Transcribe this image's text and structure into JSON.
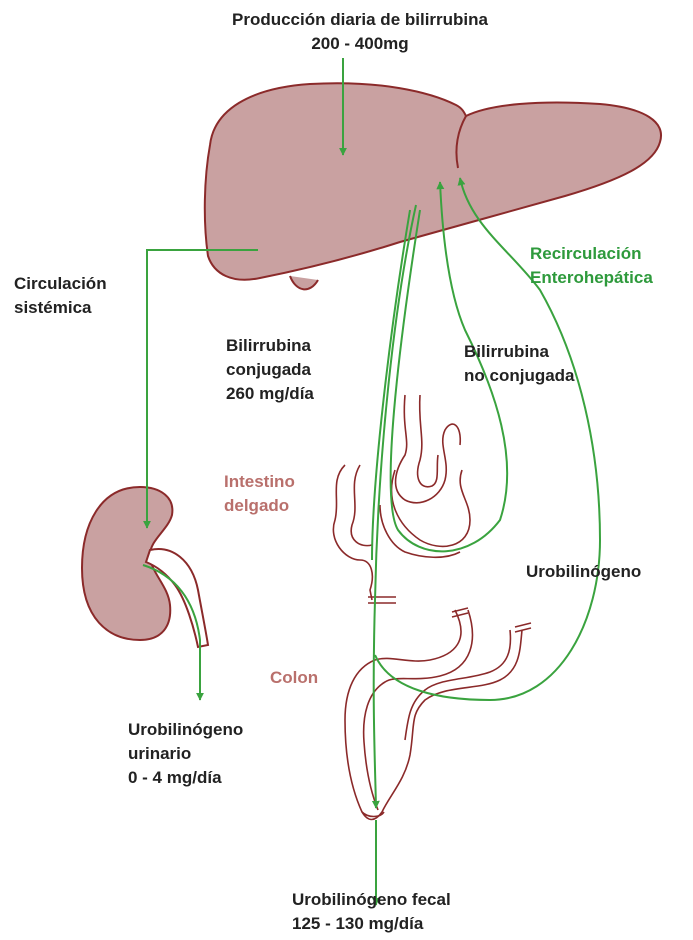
{
  "title": {
    "line1": "Producción diaria de bilirrubina",
    "line2": "200 - 400mg"
  },
  "labels": {
    "systemic": {
      "line1": "Circulación",
      "line2": "sistémica"
    },
    "conjugated": {
      "line1": "Bilirrubina",
      "line2": "conjugada",
      "line3": "260 mg/día"
    },
    "unconjugated": {
      "line1": "Bilirrubina",
      "line2": "no conjugada"
    },
    "enterohepatic": {
      "line1": "Recirculación",
      "line2": "Enterohepática"
    },
    "small_intestine": {
      "line1": "Intestino",
      "line2": "delgado"
    },
    "urobilinogen": "Urobilinógeno",
    "colon": "Colon",
    "urinary": {
      "line1": "Urobilinógeno",
      "line2": "urinario",
      "line3": "0 - 4 mg/día"
    },
    "fecal": {
      "line1": "Urobilinógeno fecal",
      "line2": "125 - 130 mg/día"
    }
  },
  "colors": {
    "organ_fill": "#c9a1a1",
    "organ_stroke": "#8b2a2a",
    "arrow": "#3aa33f",
    "organ_label": "#b9706c",
    "green_label": "#2e9a3c"
  },
  "icons": [
    "liver-icon",
    "kidney-icon",
    "small-intestine-icon",
    "colon-icon"
  ]
}
